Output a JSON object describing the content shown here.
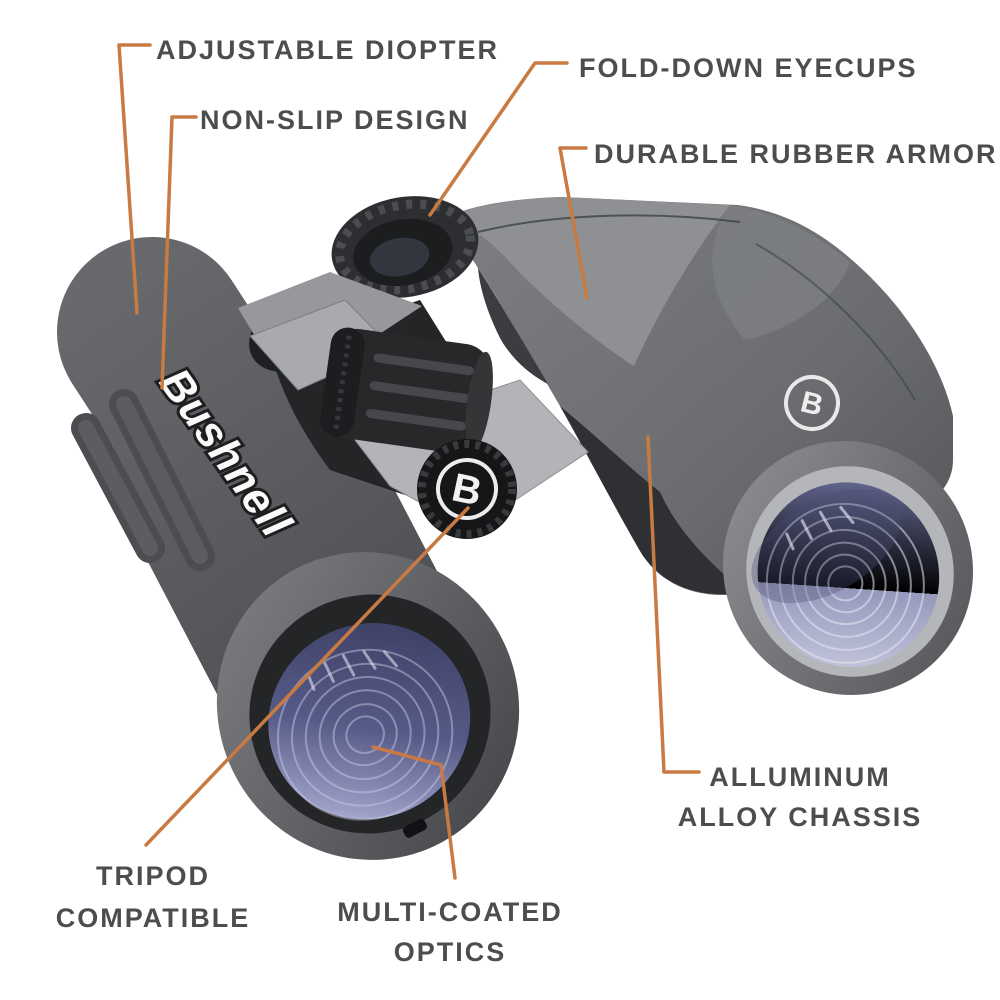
{
  "brand": {
    "wordmark": "Bushnell",
    "logo_letter": "B"
  },
  "callouts": [
    {
      "id": "adjustable-diopter",
      "text": "ADJUSTABLE DIOPTER"
    },
    {
      "id": "non-slip-design",
      "text": "NON-SLIP DESIGN"
    },
    {
      "id": "fold-down-eyecups",
      "text": "FOLD-DOWN EYECUPS"
    },
    {
      "id": "durable-rubber-armor",
      "text": "DURABLE RUBBER ARMOR"
    },
    {
      "id": "alluminum-alloy-chassis",
      "text": "ALLUMINUM\nALLOY CHASSIS"
    },
    {
      "id": "tripod-compatible",
      "text": "TRIPOD\nCOMPATIBLE"
    },
    {
      "id": "multi-coated-optics",
      "text": "MULTI-COATED\nOPTICS"
    }
  ],
  "colors": {
    "callout_line": "#C87A42",
    "label_text": "#4B4D4F",
    "body_gray": "#5E6063",
    "lens_blue": "#55588A",
    "background": "#FFFFFF"
  }
}
